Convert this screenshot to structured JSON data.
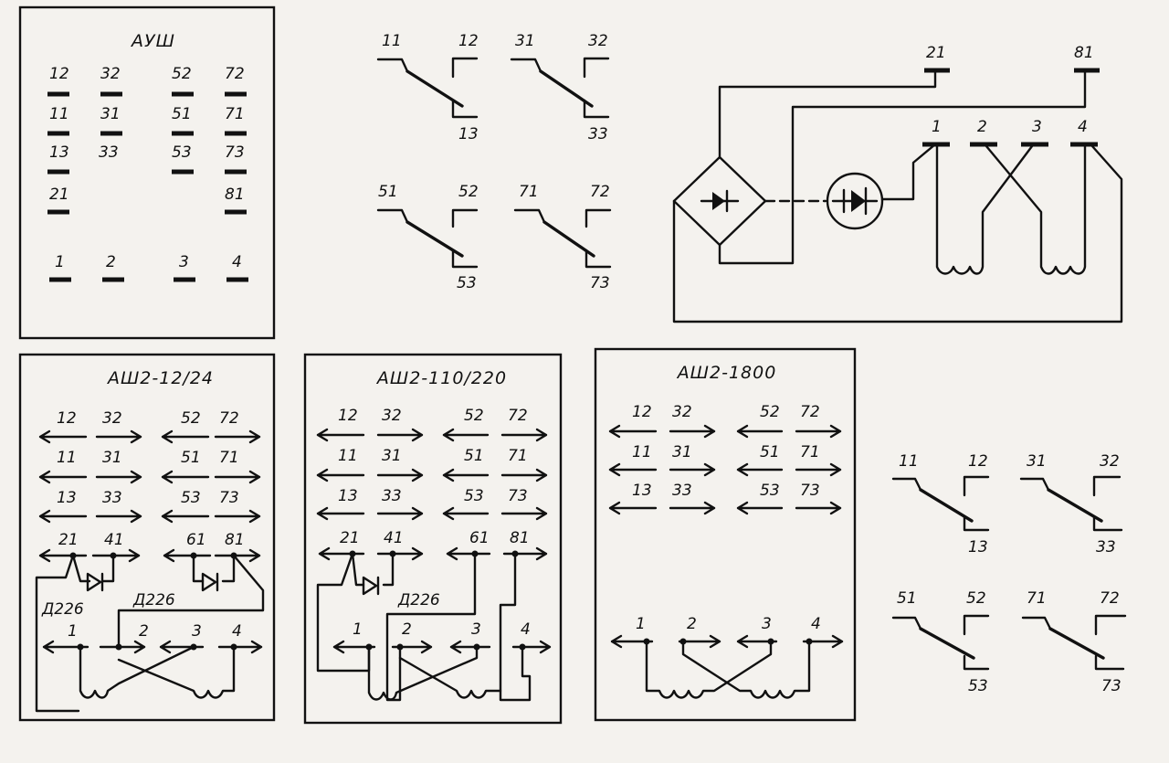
{
  "socket_panel": {
    "title": "АУШ",
    "pins": {
      "p12": "12",
      "p32": "32",
      "p52": "52",
      "p72": "72",
      "p11": "11",
      "p31": "31",
      "p51": "51",
      "p71": "71",
      "p13": "13",
      "p33": "33",
      "p53": "53",
      "p73": "73",
      "p21": "21",
      "p81": "81",
      "p1": "1",
      "p2": "2",
      "p3": "3",
      "p4": "4"
    }
  },
  "contacts_top": {
    "g1": {
      "common": "11",
      "nc": "12",
      "no": "13"
    },
    "g2": {
      "common": "31",
      "nc": "32",
      "no": "33"
    },
    "g3": {
      "common": "51",
      "nc": "52",
      "no": "53"
    },
    "g4": {
      "common": "71",
      "nc": "72",
      "no": "73"
    }
  },
  "coil_circuit": {
    "terminals": {
      "t21": "21",
      "t81": "81",
      "t1": "1",
      "t2": "2",
      "t3": "3",
      "t4": "4"
    }
  },
  "variant_a": {
    "title": "АШ2-12/24",
    "pins": {
      "p12": "12",
      "p32": "32",
      "p52": "52",
      "p72": "72",
      "p11": "11",
      "p31": "31",
      "p51": "51",
      "p71": "71",
      "p13": "13",
      "p33": "33",
      "p53": "53",
      "p73": "73",
      "p21": "21",
      "p41": "41",
      "p61": "61",
      "p81": "81",
      "p1": "1",
      "p2": "2",
      "p3": "3",
      "p4": "4"
    },
    "diode_left": "Д226",
    "diode_right": "Д226"
  },
  "variant_b": {
    "title": "АШ2-110/220",
    "pins": {
      "p12": "12",
      "p32": "32",
      "p52": "52",
      "p72": "72",
      "p11": "11",
      "p31": "31",
      "p51": "51",
      "p71": "71",
      "p13": "13",
      "p33": "33",
      "p53": "53",
      "p73": "73",
      "p21": "21",
      "p41": "41",
      "p61": "61",
      "p81": "81",
      "p1": "1",
      "p2": "2",
      "p3": "3",
      "p4": "4"
    },
    "diode": "Д226"
  },
  "variant_c": {
    "title": "АШ2-1800",
    "pins": {
      "p12": "12",
      "p32": "32",
      "p52": "52",
      "p72": "72",
      "p11": "11",
      "p31": "31",
      "p51": "51",
      "p71": "71",
      "p13": "13",
      "p33": "33",
      "p53": "53",
      "p73": "73",
      "p1": "1",
      "p2": "2",
      "p3": "3",
      "p4": "4"
    }
  },
  "contacts_bottom": {
    "g1": {
      "common": "11",
      "nc": "12",
      "no": "13"
    },
    "g2": {
      "common": "31",
      "nc": "32",
      "no": "33"
    },
    "g3": {
      "common": "51",
      "nc": "52",
      "no": "53"
    },
    "g4": {
      "common": "71",
      "nc": "72",
      "no": "73"
    }
  }
}
